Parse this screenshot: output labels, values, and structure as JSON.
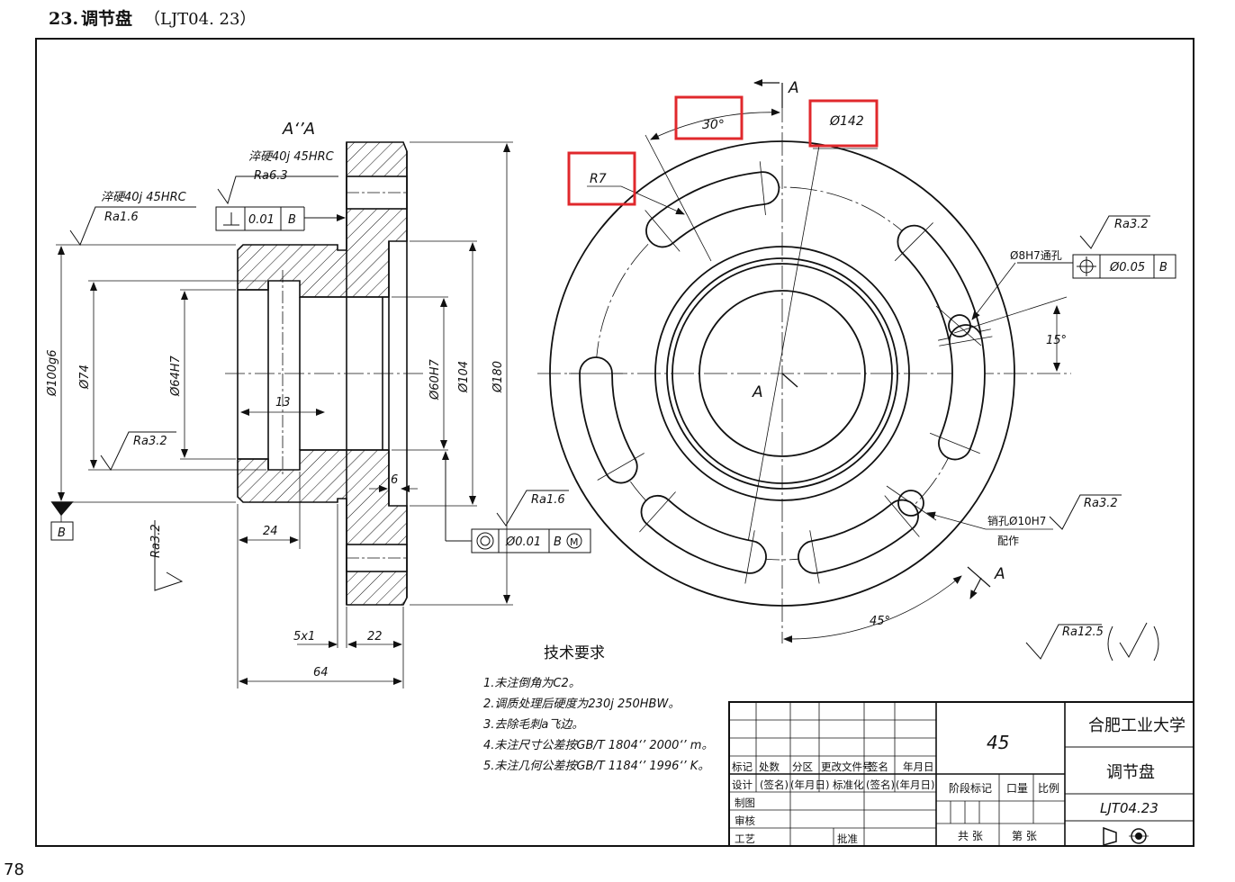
{
  "page": {
    "header_number": "23.",
    "header_title": "调节盘",
    "header_code": "（LJT04. 23）",
    "page_number": "78"
  },
  "section_view": {
    "section_label": "A‘’A",
    "hardness_note_flange": "淬硬40j 45HRC",
    "roughness_flange": "Ra6.3",
    "hardness_note_hub": "淬硬40j 45HRC",
    "roughness_hub": "Ra1.6",
    "perp_tol_value": "0.01",
    "perp_tol_datum": "B",
    "datum_b_label": "B",
    "roughness_bore": "Ra3.2",
    "roughness_left": "Ra3.2",
    "roughness_face": "Ra1.6",
    "concentric_tol_value": "Ø0.01",
    "concentric_tol_datum": "B",
    "concentric_tol_modifier": "M",
    "dims": {
      "d100": "Ø100g6",
      "d74": "Ø74",
      "d64": "Ø64H7",
      "d60": "Ø60H7",
      "d104": "Ø104",
      "d180": "Ø180",
      "w13": "13",
      "w6": "6",
      "w24": "24",
      "w5x1": "5x1",
      "w22": "22",
      "w64": "64"
    }
  },
  "front_view": {
    "section_mark_top": "A",
    "section_mark_bottom": "A",
    "center_label": "A",
    "angle_30": "30°",
    "dia_142": "Ø142",
    "radius_r7": "R7",
    "roughness_hole": "Ra3.2",
    "hole_note": "Ø8H7通孔",
    "pos_tol_value": "Ø0.05",
    "pos_tol_datum": "B",
    "angle_15": "15°",
    "pin_note": "销孔Ø10H7",
    "pin_note2": "配作",
    "roughness_pin": "Ra3.2",
    "angle_45": "45°",
    "roughness_general": "Ra12.5"
  },
  "tech_requirements": {
    "title": "技术要求",
    "items": [
      "1.未注倒角为C2。",
      "2.调质处理后硬度为230j 250HBW。",
      "3.去除毛刺a飞边。",
      "4.未注尺寸公差按GB/T 1804‘’ 2000‘’ m。",
      "5.未注几何公差按GB/T 1184‘’ 1996‘’ K。"
    ]
  },
  "title_block": {
    "material": "45",
    "school": "合肥工业大学",
    "part_name": "调节盘",
    "drawing_code": "LJT04.23",
    "header_row": [
      "标记",
      "处数",
      "分区",
      "更改文件号",
      "签名",
      "年月日"
    ],
    "design_row": [
      "设计",
      "(签名)",
      "(年月日)",
      "标准化",
      "(签名)",
      "(年月日)"
    ],
    "left_rows": [
      "制图",
      "审核",
      "工艺"
    ],
    "approve": "批准",
    "stage_mark": "阶段标记",
    "weight": "口量",
    "scale": "比例",
    "total": "共   张",
    "sheet": "第   张"
  },
  "highlights": [
    "30°",
    "Ø142",
    "R7"
  ],
  "colors": {
    "line": "#111111",
    "highlight": "#e0282c"
  }
}
